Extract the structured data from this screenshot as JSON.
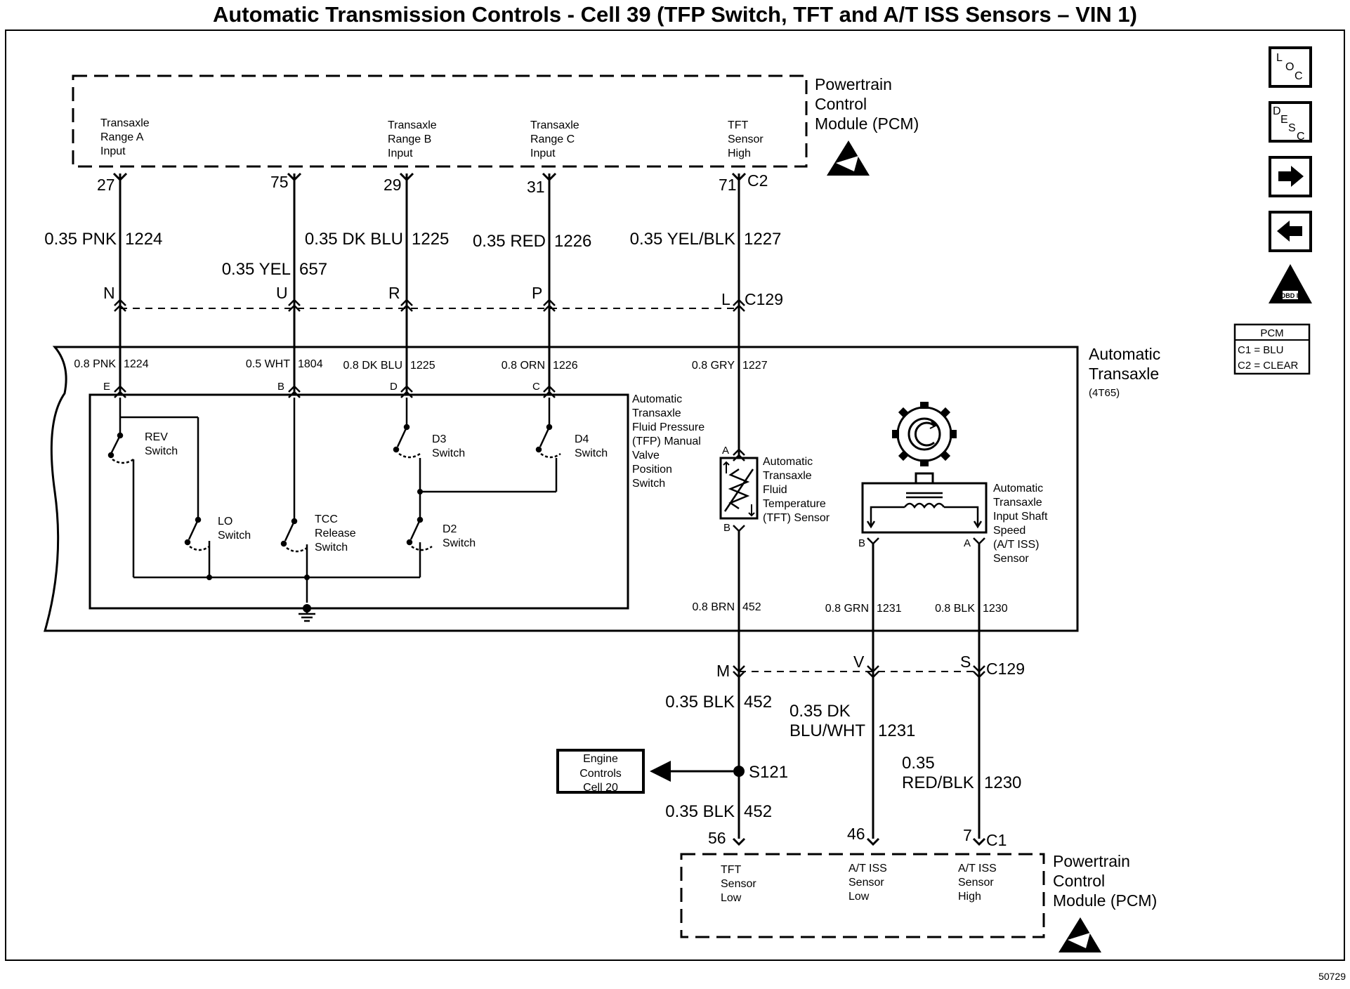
{
  "title": "Automatic Transmission Controls - Cell 39 (TFP Switch, TFT and A/T ISS Sensors – VIN 1)",
  "pcm_top": {
    "name_lines": [
      "Powertrain",
      "Control",
      "Module (PCM)"
    ],
    "inputs": [
      {
        "lines": [
          "Transaxle",
          "Range A",
          "Input"
        ]
      },
      {
        "lines": [
          "Transaxle",
          "Range B",
          "Input"
        ]
      },
      {
        "lines": [
          "Transaxle",
          "Range C",
          "Input"
        ]
      },
      {
        "lines": [
          "TFT",
          "Sensor",
          "High"
        ]
      }
    ],
    "connector": "C2"
  },
  "upper_wires": [
    {
      "pin": "27",
      "color": "0.35 PNK",
      "circuit": "1224",
      "c129_pin": "N",
      "trans_color": "0.8 PNK",
      "trans_circuit": "1224",
      "trans_pin": "E"
    },
    {
      "pin": "75",
      "color": "0.35 YEL",
      "circuit": "657",
      "c129_pin": "U",
      "trans_color": "0.5 WHT",
      "trans_circuit": "1804",
      "trans_pin": "B"
    },
    {
      "pin": "29",
      "color": "0.35 DK BLU",
      "circuit": "1225",
      "c129_pin": "R",
      "trans_color": "0.8 DK BLU",
      "trans_circuit": "1225",
      "trans_pin": "D"
    },
    {
      "pin": "31",
      "color": "0.35 RED",
      "circuit": "1226",
      "c129_pin": "P",
      "trans_color": "0.8 ORN",
      "trans_circuit": "1226",
      "trans_pin": "C"
    },
    {
      "pin": "71",
      "color": "0.35 YEL/BLK",
      "circuit": "1227",
      "c129_pin": "L",
      "trans_color": "0.8 GRY",
      "trans_circuit": "1227",
      "trans_pin": "A"
    }
  ],
  "connector_c129": "C129",
  "transaxle": {
    "name_lines": [
      "Automatic",
      "Transaxle"
    ],
    "model": "(4T65)"
  },
  "tfp_switch": {
    "label_lines": [
      "Automatic",
      "Transaxle",
      "Fluid Pressure",
      "(TFP) Manual",
      "Valve",
      "Position",
      "Switch"
    ],
    "switches": {
      "rev": [
        "REV",
        "Switch"
      ],
      "lo": [
        "LO",
        "Switch"
      ],
      "tcc": [
        "TCC",
        "Release",
        "Switch"
      ],
      "d3": [
        "D3",
        "Switch"
      ],
      "d2": [
        "D2",
        "Switch"
      ],
      "d4": [
        "D4",
        "Switch"
      ]
    }
  },
  "tft_sensor": {
    "label_lines": [
      "Automatic",
      "Transaxle",
      "Fluid",
      "Temperature",
      "(TFT) Sensor"
    ],
    "pin_a": "A",
    "pin_b": "B"
  },
  "iss_sensor": {
    "label_lines": [
      "Automatic",
      "Transaxle",
      "Input Shaft",
      "Speed",
      "(A/T ISS)",
      "Sensor"
    ],
    "pin_a": "A",
    "pin_b": "B"
  },
  "lower_trans_wires": [
    {
      "color": "0.8 BRN",
      "circuit": "452"
    },
    {
      "color": "0.8 GRN",
      "circuit": "1231"
    },
    {
      "color": "0.8 BLK",
      "circuit": "1230"
    }
  ],
  "lower_c129_pins": [
    "M",
    "V",
    "S"
  ],
  "lower_wires": {
    "tft_low_1": {
      "color": "0.35 BLK",
      "circuit": "452"
    },
    "tft_low_2": {
      "color": "0.35 BLK",
      "circuit": "452"
    },
    "iss_low": {
      "color_lines": [
        "0.35 DK",
        "BLU/WHT"
      ],
      "circuit": "1231"
    },
    "iss_high": {
      "color_lines": [
        "0.35",
        "RED/BLK"
      ],
      "circuit": "1230"
    }
  },
  "splice": "S121",
  "engine_controls": {
    "lines": [
      "Engine",
      "Controls",
      "Cell 20"
    ]
  },
  "pcm_bottom": {
    "name_lines": [
      "Powertrain",
      "Control",
      "Module (PCM)"
    ],
    "connector": "C1",
    "pins": [
      "56",
      "46",
      "7"
    ],
    "inputs": [
      {
        "lines": [
          "TFT",
          "Sensor",
          "Low"
        ]
      },
      {
        "lines": [
          "A/T ISS",
          "Sensor",
          "Low"
        ]
      },
      {
        "lines": [
          "A/T ISS",
          "Sensor",
          "High"
        ]
      }
    ]
  },
  "nav": {
    "loc": {
      "l": "L",
      "o": "O",
      "c": "C"
    },
    "desc": {
      "d": "D",
      "e": "E",
      "s": "S",
      "c": "C"
    },
    "obd": "OBD II"
  },
  "pcm_legend": {
    "title": "PCM",
    "c1": "C1 = BLU",
    "c2": "C2 = CLEAR"
  },
  "figure_id": "50729"
}
